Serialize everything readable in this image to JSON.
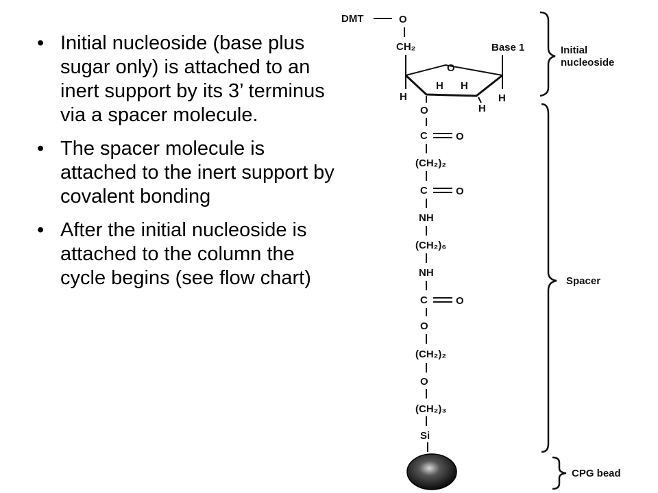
{
  "bullets": [
    "Initial nucleoside (base plus sugar only) is attached to an inert support by its 3’ terminus via a spacer molecule.",
    "The spacer molecule is attached to the inert support by covalent bonding",
    "After the initial nucleoside is attached to the column the cycle begins (see flow chart)"
  ],
  "bullet_symbol": "•",
  "diagram": {
    "dmt": "DMT",
    "o_top": "O",
    "ch2_top": "CH₂",
    "base": "Base 1",
    "ring_o": "O",
    "h_left": "H",
    "h_in1": "H",
    "h_in2": "H",
    "h_right": "H",
    "h_bottom": "H",
    "o_3": "O",
    "c1": "C",
    "o_c1": "O",
    "ch2_2a": "(CH₂)₂",
    "c2": "C",
    "o_c2": "O",
    "nh1": "NH",
    "ch2_6": "(CH₂)₆",
    "nh2": "NH",
    "c3": "C",
    "o_c3": "O",
    "o_link": "O",
    "ch2_2b": "(CH₂)₂",
    "o_link2": "O",
    "ch2_3": "(CH₂)₃",
    "si": "Si",
    "label_initial_1": "Initial",
    "label_initial_2": "nucleoside",
    "label_spacer": "Spacer",
    "label_bead": "CPG bead"
  }
}
